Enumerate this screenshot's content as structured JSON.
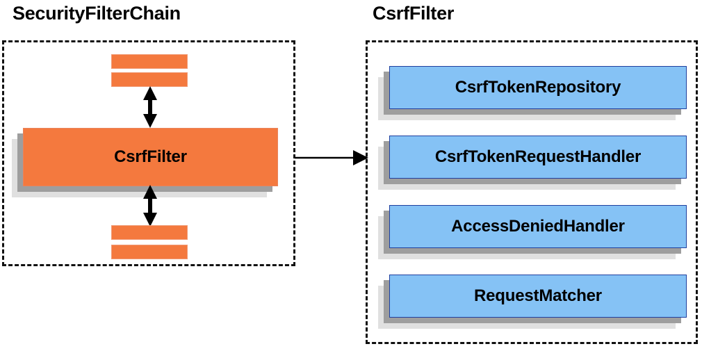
{
  "diagram": {
    "type": "architecture-block-diagram",
    "background": "#ffffff",
    "palette": {
      "orange_fill": "#f4793e",
      "orange_border": "#e8835c",
      "blue_fill": "#85c2f5",
      "blue_border": "#1f3f9e",
      "shadow_near": "#9e9e9e",
      "shadow_far": "#e0e0e0",
      "dash_border": "#111111",
      "text": "#000000"
    }
  },
  "left_panel": {
    "title": "SecurityFilterChain",
    "top_bars": [
      {
        "name": "filter-bar-top-1"
      },
      {
        "name": "filter-bar-top-2"
      }
    ],
    "main_block": {
      "label": "CsrfFilter"
    },
    "bottom_bars": [
      {
        "name": "filter-bar-bottom-1"
      },
      {
        "name": "filter-bar-bottom-2"
      }
    ],
    "arrows": [
      {
        "name": "arrow-above-csrffilter",
        "direction": "bidirectional-vertical"
      },
      {
        "name": "arrow-below-csrffilter",
        "direction": "bidirectional-vertical"
      }
    ]
  },
  "connector": {
    "name": "arrow-csrffilter-to-detail",
    "direction": "right",
    "from": "CsrfFilter",
    "to": "CsrfFilter detail panel"
  },
  "right_panel": {
    "title": "CsrfFilter",
    "collaborators": [
      {
        "label": "CsrfTokenRepository"
      },
      {
        "label": "CsrfTokenRequestHandler"
      },
      {
        "label": "AccessDeniedHandler"
      },
      {
        "label": "RequestMatcher"
      }
    ]
  }
}
